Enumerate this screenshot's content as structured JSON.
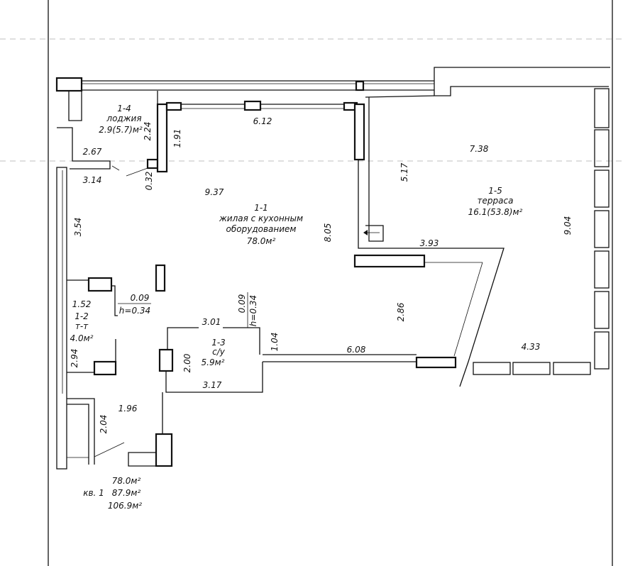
{
  "rooms": {
    "living": {
      "id": "1-1",
      "name": "жилая с кухонным",
      "name2": "оборудованием",
      "area": "78.0м²"
    },
    "wc": {
      "id": "1-2",
      "name": "т-т",
      "area": "4.0м²"
    },
    "bath": {
      "id": "1-3",
      "name": "с/у",
      "area": "5.9м²"
    },
    "loggia": {
      "id": "1-4",
      "name": "лоджия",
      "area": "2.9(5.7)м²"
    },
    "terrace": {
      "id": "1-5",
      "name": "терраса",
      "area": "16.1(53.8)м²"
    }
  },
  "dimensions": {
    "d224": "2.24",
    "d191": "1.91",
    "d267": "2.67",
    "d314": "3.14",
    "d032": "0.32",
    "d612": "6.12",
    "d937": "9.37",
    "d805": "8.05",
    "d354": "3.54",
    "d517": "5.17",
    "d738": "7.38",
    "d904": "9.04",
    "d393": "3.93",
    "d286": "2.86",
    "d608": "6.08",
    "d433": "4.33",
    "d152": "1.52",
    "d009a": "0.09",
    "h034a": "h=0.34",
    "d294": "2.94",
    "d301": "3.01",
    "d009b": "0.09",
    "h034b": "h=0.34",
    "d104": "1.04",
    "d200": "2.00",
    "d317": "3.17",
    "d196": "1.96",
    "d204": "2.04"
  },
  "summary": {
    "apartment": "кв. 1",
    "living_area": "78.0м²",
    "total_area": "87.9м²",
    "total_with_terraces": "106.9м²"
  }
}
